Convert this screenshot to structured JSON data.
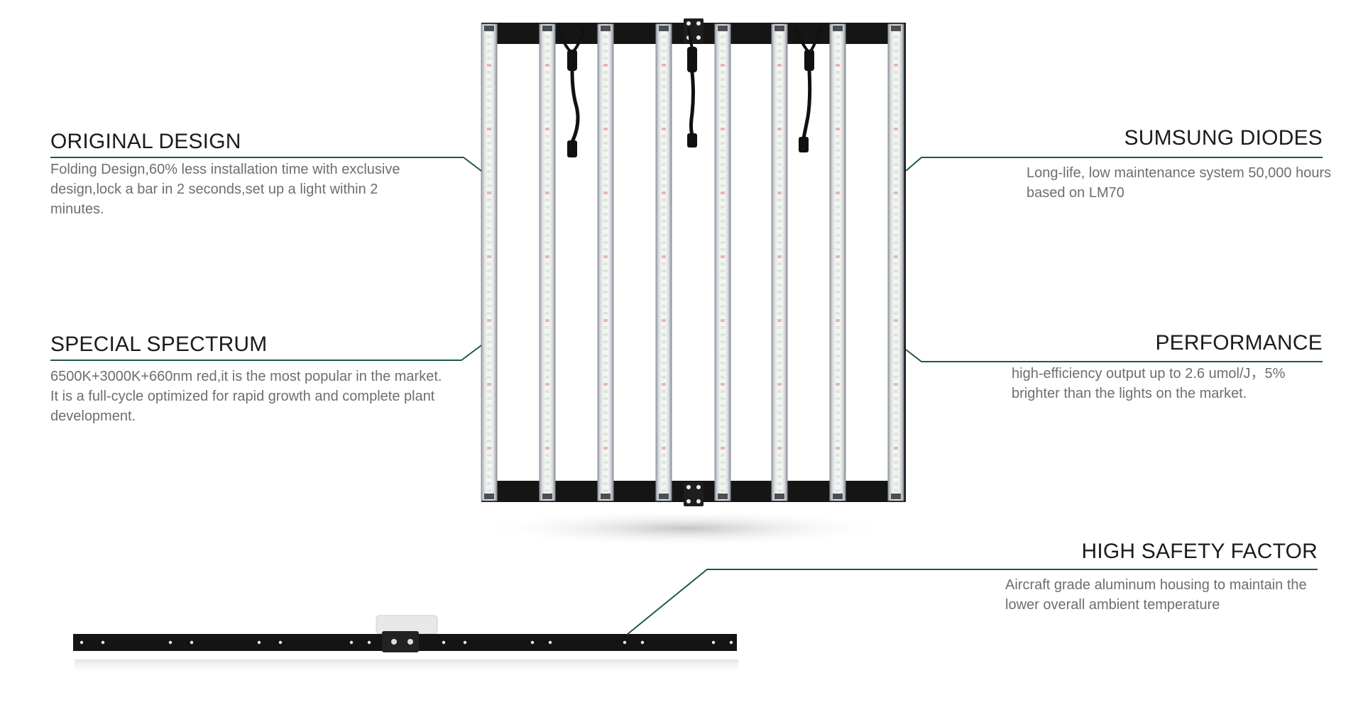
{
  "features": {
    "original_design": {
      "title": "ORIGINAL DESIGN",
      "text": "Folding Design,60% less installation time with exclusive design,lock a bar in 2 seconds,set up a light within 2 minutes."
    },
    "special_spectrum": {
      "title": "SPECIAL SPECTRUM",
      "text": "6500K+3000K+660nm red,it is the most popular in the market. It is a full-cycle optimized for rapid growth and complete plant development."
    },
    "sumsung_diodes": {
      "title": "SUMSUNG DIODES",
      "text": "Long-life, low maintenance system 50,000 hours based on LM70"
    },
    "performance": {
      "title": "PERFORMANCE",
      "text": "high-efficiency output up to 2.6 umol/J，5% brighter than the lights on the market."
    },
    "high_safety_factor": {
      "title": "HIGH SAFETY FACTOR",
      "text": "Aircraft grade aluminum housing to maintain the lower overall ambient temperature"
    }
  },
  "colors": {
    "accent_line": "#1f5a43",
    "frame": "#151515",
    "bar_housing": "#c9ccd1",
    "led_strip": "#f3f5f3"
  },
  "icons": {
    "product_front": "grow-light-front-icon",
    "product_side": "grow-light-side-icon"
  }
}
